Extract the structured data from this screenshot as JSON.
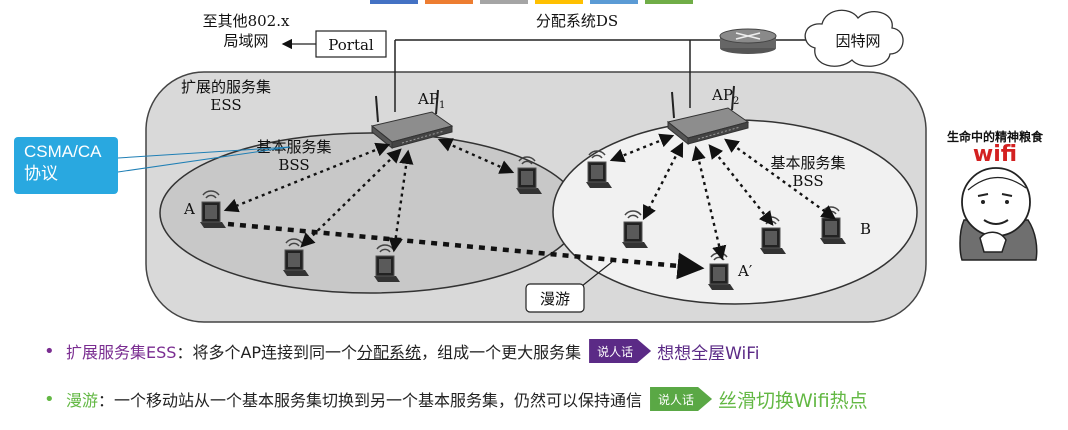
{
  "diagram": {
    "to_other_lan": [
      "至其他802.x",
      "局域网"
    ],
    "portal": "Portal",
    "ds_label": "分配系统DS",
    "internet": "因特网",
    "ess_label": [
      "扩展的服务集",
      "ESS"
    ],
    "bss_left": [
      "基本服务集",
      "BSS"
    ],
    "bss_right": [
      "基本服务集",
      "BSS"
    ],
    "ap1": "AP",
    "ap1_sub": "1",
    "ap2": "AP",
    "ap2_sub": "2",
    "station_a": "A",
    "station_a_prime": "A′",
    "station_b": "B",
    "roaming": "漫游"
  },
  "callout": {
    "line1": "CSMA/CA",
    "line2": "协议"
  },
  "meme": {
    "caption": "生命中的精神粮食",
    "wifi": "wifi"
  },
  "bullets": [
    {
      "term": "扩展服务集ESS",
      "text_before": "：将多个AP连接到同一个",
      "underlined": "分配系统",
      "text_after": "，组成一个更大服务集",
      "tag": "说人话",
      "summary": "想想全屋WiFi"
    },
    {
      "term": "漫游",
      "text": "：一个移动站从一个基本服务集切换到另一个基本服务集，仍然可以保持通信",
      "tag": "说人话",
      "summary": "丝滑切换Wifi热点"
    }
  ],
  "colors": {
    "callout_bg": "#29a8e0",
    "bullet_purple": "#7a2d91",
    "bullet_green": "#63b844",
    "meme_red": "#d32121"
  }
}
